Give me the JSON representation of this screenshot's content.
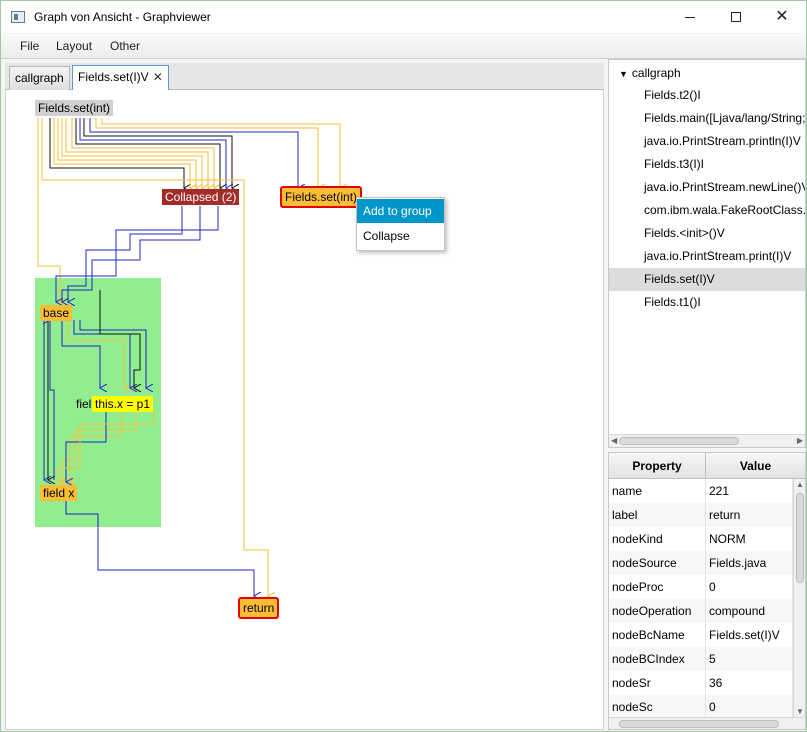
{
  "window": {
    "title": "Graph von Ansicht - Graphviewer"
  },
  "menu": [
    "File",
    "Layout",
    "Other"
  ],
  "tabs": [
    {
      "label": "callgraph",
      "active": false
    },
    {
      "label": "Fields.set(I)V",
      "active": true,
      "close": "✕"
    }
  ],
  "graph": {
    "nodes": {
      "root": "Fields.set(int)",
      "collapsed": "Collapsed (2)",
      "set_target": "Fields.set(int)",
      "base": "base",
      "fiel": "fiel",
      "this_x": "this.x = p1",
      "field_x": "field x",
      "return": "return"
    },
    "colors": {
      "orange_edge": "#fbbd33",
      "blue_edge": "#2323c8",
      "black_edge": "#111111",
      "group_fill": "#90ee90",
      "highlight_border": "#e60000"
    }
  },
  "context_menu": {
    "items": [
      "Add to group",
      "Collapse"
    ],
    "selected": "Add to group"
  },
  "tree": {
    "root": "callgraph",
    "items": [
      "Fields.t2()I",
      "Fields.main([Ljava/lang/String;)",
      "java.io.PrintStream.println(I)V",
      "Fields.t3(I)I",
      "java.io.PrintStream.newLine()V",
      "com.ibm.wala.FakeRootClass.fak",
      "Fields.<init>()V",
      "java.io.PrintStream.print(I)V",
      "Fields.set(I)V",
      "Fields.t1()I"
    ],
    "selected": "Fields.set(I)V"
  },
  "properties": {
    "columns": [
      "Property",
      "Value"
    ],
    "rows": [
      [
        "name",
        "221"
      ],
      [
        "label",
        "return"
      ],
      [
        "nodeKind",
        "NORM"
      ],
      [
        "nodeSource",
        "Fields.java"
      ],
      [
        "nodeProc",
        "0"
      ],
      [
        "nodeOperation",
        "compound"
      ],
      [
        "nodeBcName",
        "Fields.set(I)V"
      ],
      [
        "nodeBCIndex",
        "5"
      ],
      [
        "nodeSr",
        "36"
      ],
      [
        "nodeSc",
        "0"
      ]
    ]
  }
}
